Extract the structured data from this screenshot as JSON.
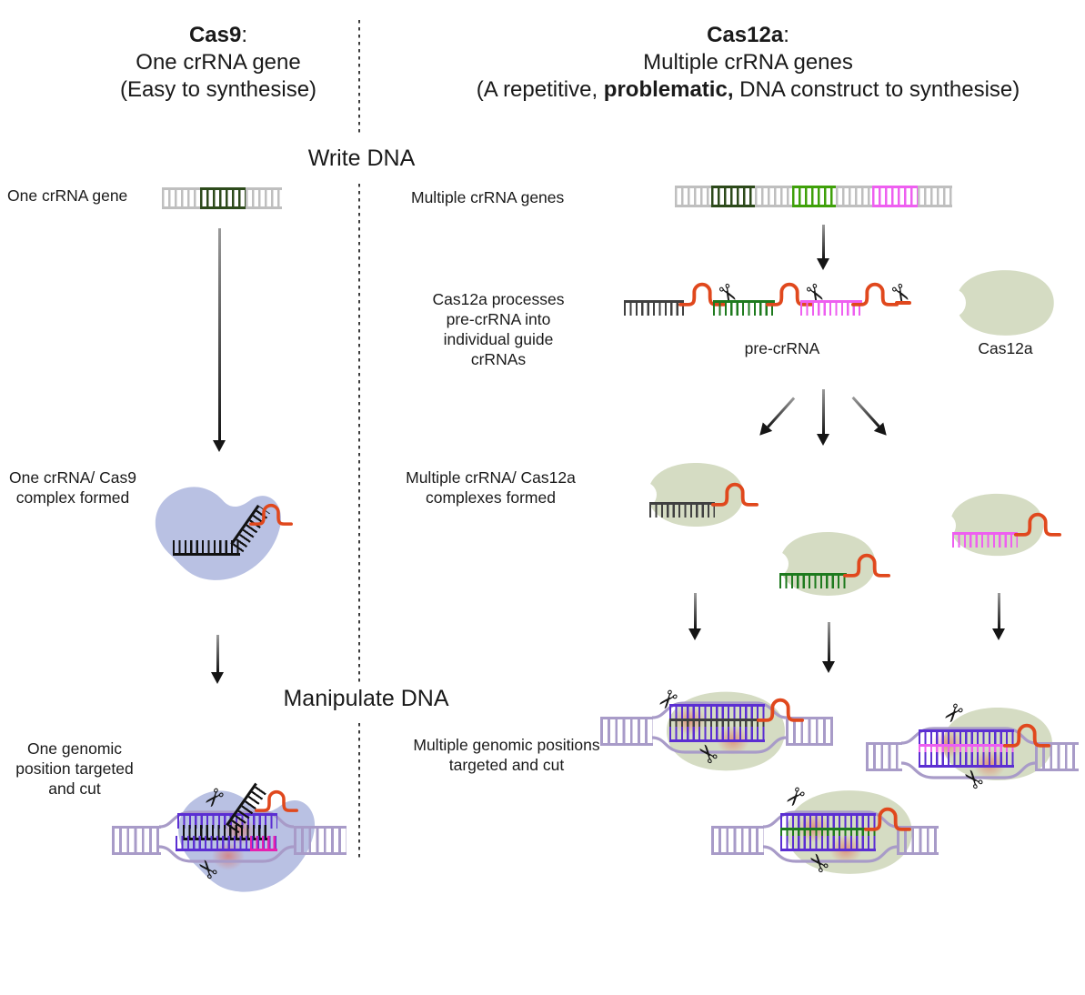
{
  "colors": {
    "cas9_blob": "#b9c1e3",
    "cas12a_blob": "#d5dcc3",
    "crrna_repeat": "#e0481d",
    "gene_dark_green": "#2d4a1b",
    "gene_green": "#3fa00a",
    "gene_magenta": "#ee5ff0",
    "crrna_dark": "#404040",
    "crrna_green": "#1e7a1e",
    "crrna_magenta": "#ee5ff0",
    "genomic_dna": "#a89bc8",
    "target_strand": "#5b2ed2",
    "pam_pink": "#e620b0",
    "cut_glow": "#e2503a",
    "text": "#1a1a1a"
  },
  "headers": {
    "left_title": "Cas9",
    "left_colon": ":",
    "left_line2": "One crRNA gene",
    "left_line3": "(Easy to synthesise)",
    "right_title": "Cas12a",
    "right_colon": ":",
    "right_line2": "Multiple crRNA genes",
    "right_line3_pre": "(A repetitive, ",
    "right_line3_bold": "problematic,",
    "right_line3_post": " DNA construct to synthesise)"
  },
  "sections": {
    "write_dna": "Write DNA",
    "manipulate_dna": "Manipulate DNA"
  },
  "labels": {
    "one_crrna_gene": "One crRNA gene",
    "multiple_crrna_genes": "Multiple crRNA genes",
    "cas12a_processes": "Cas12a processes pre-crRNA into individual guide crRNAs",
    "pre_crrna": "pre-crRNA",
    "cas12a": "Cas12a",
    "one_complex": "One crRNA/ Cas9 complex formed",
    "multiple_complexes": "Multiple crRNA/ Cas12a complexes formed",
    "one_genomic": "One genomic position targeted and cut",
    "multiple_genomic": "Multiple genomic positions targeted and cut"
  }
}
